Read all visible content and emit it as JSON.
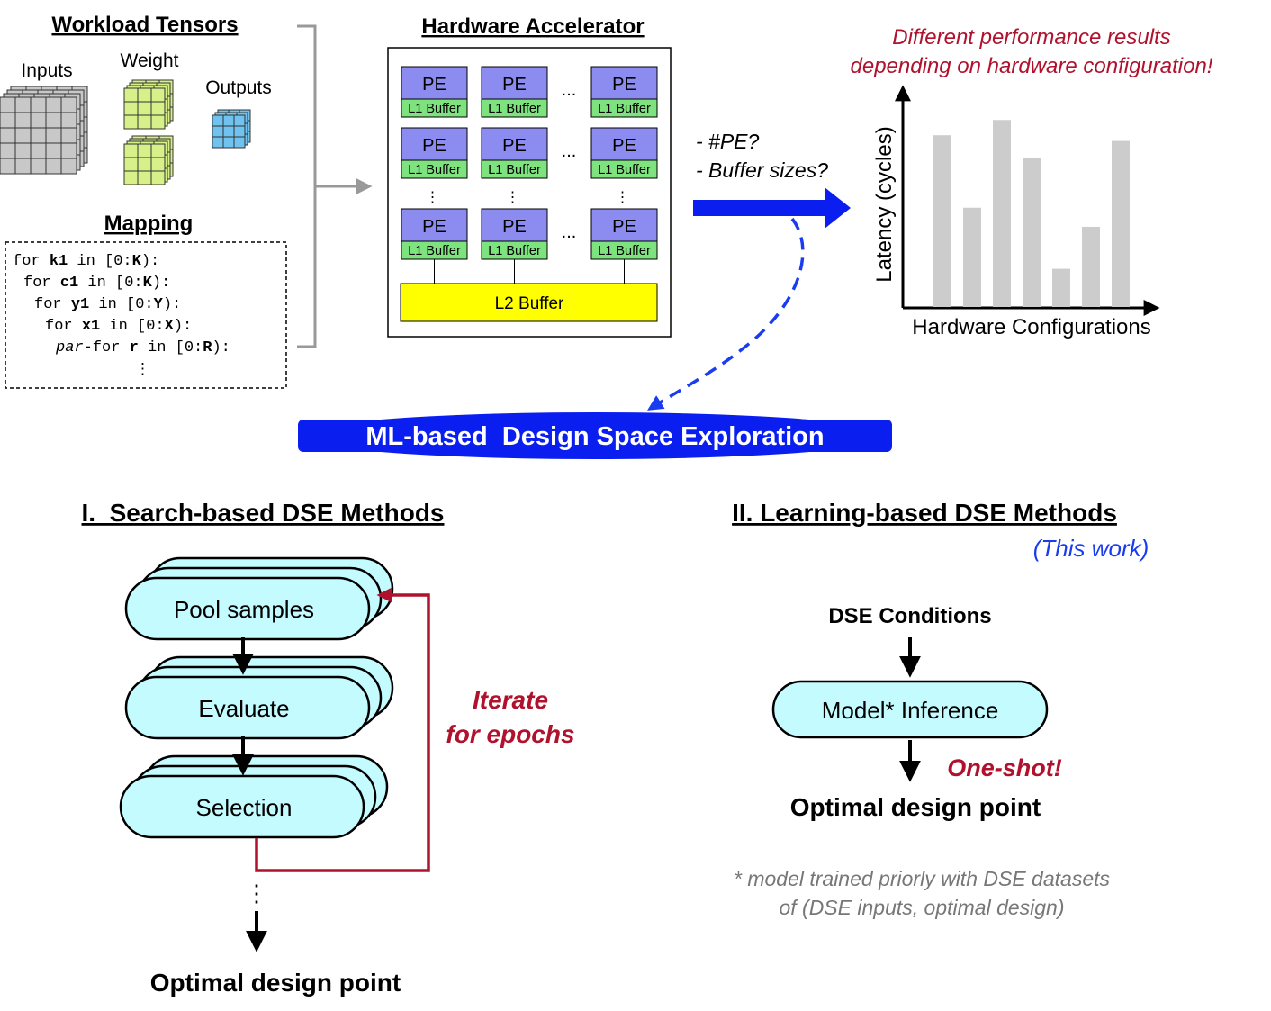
{
  "workload": {
    "title": "Workload Tensors",
    "inputs_label": "Inputs",
    "weight_label": "Weight",
    "outputs_label": "Outputs"
  },
  "mapping": {
    "title": "Mapping",
    "code": [
      {
        "indent": " ",
        "kw": "for",
        "var": "k1",
        "mid": " in [0:",
        "bound": "K",
        "end": "):"
      },
      {
        "indent": "  ",
        "kw": "for",
        "var": "c1",
        "mid": " in [0:",
        "bound": "K",
        "end": "):"
      },
      {
        "indent": "   ",
        "kw": "for",
        "var": "y1",
        "mid": " in [0:",
        "bound": "Y",
        "end": "):"
      },
      {
        "indent": "    ",
        "kw": "for",
        "var": "x1",
        "mid": " in [0:",
        "bound": "X",
        "end": "):"
      },
      {
        "indent": "     ",
        "kw": "par-for",
        "var": "r",
        "mid": " in [0:",
        "bound": "R",
        "end": "):"
      }
    ],
    "continuation": "⋮"
  },
  "hardware": {
    "title": "Hardware Accelerator",
    "pe_label": "PE",
    "l1_label": "L1 Buffer",
    "l2_label": "L2 Buffer",
    "ellipsis_h": "...",
    "ellipsis_v": "⋮"
  },
  "questions": {
    "q1": "- #PE?",
    "q2": "- Buffer sizes?"
  },
  "chart_note": {
    "line1": "Different performance results",
    "line2": "depending on hardware configuration!"
  },
  "chart_data": {
    "type": "bar",
    "values": [
      0.9,
      0.52,
      0.98,
      0.78,
      0.2,
      0.42,
      0.87
    ],
    "ylabel": "Latency (cycles)",
    "xlabel": "Hardware Configurations",
    "ylim": [
      0,
      1.0
    ],
    "bar_color": "#cccccc"
  },
  "ml_banner": "ML-based  Design Space Exploration",
  "search": {
    "title": "I.  Search-based DSE Methods",
    "step1": "Pool samples",
    "step2": "Evaluate",
    "step3": "Selection",
    "iterate1": "Iterate",
    "iterate2": "for epochs",
    "continuation": "⋮",
    "result": "Optimal design point"
  },
  "learning": {
    "title": "II. Learning-based DSE Methods",
    "subtitle": "(This work)",
    "conditions": "DSE Conditions",
    "model": "Model* Inference",
    "oneshot": "One-shot!",
    "result": "Optimal design point",
    "footnote1": "* model trained priorly with DSE datasets",
    "footnote2": "of (DSE inputs, optimal design)"
  },
  "colors": {
    "pe": "#8c8cf0",
    "l1": "#7ee27e",
    "l2": "#ffff00",
    "box": "#c4fbff",
    "red": "#b0122e",
    "blue": "#0a1ef0",
    "gray": "#b8b8b8"
  }
}
